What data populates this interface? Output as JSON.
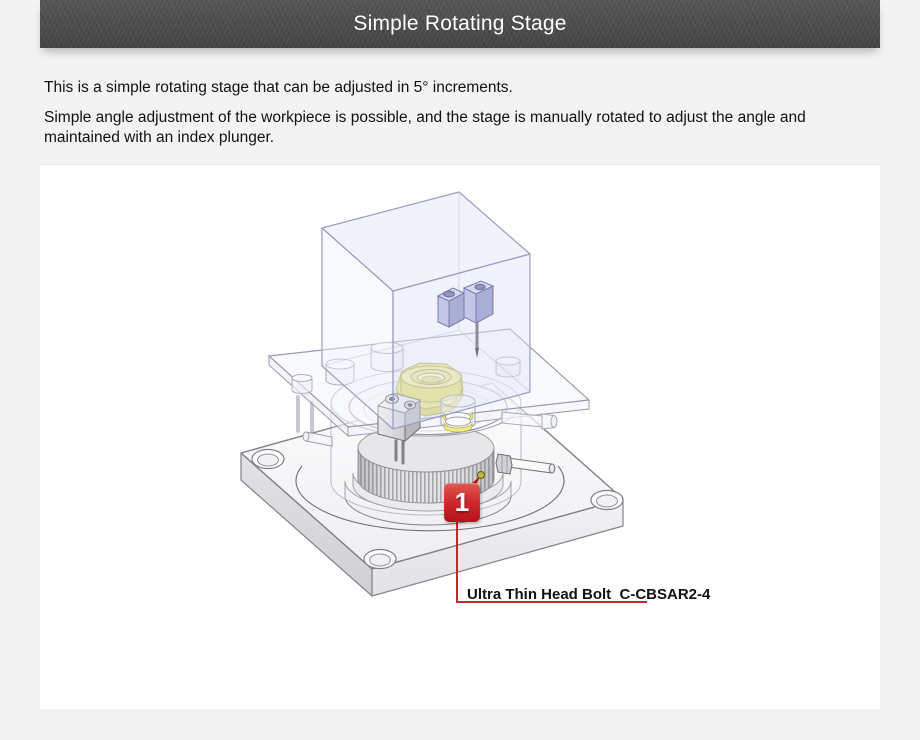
{
  "header": {
    "title": "Simple Rotating Stage",
    "background": "#4c4c4c",
    "text_color": "#ffffff"
  },
  "intro": {
    "paragraph1": "This is a simple rotating stage that can be adjusted in 5° increments.",
    "paragraph2": "Simple angle adjustment of the workpiece is possible, and the stage is manually rotated to adjust the angle and maintained with an index plunger."
  },
  "figure": {
    "callout_number": "1",
    "callout_label": "Ultra Thin Head Bolt  C-CBSAR2-4",
    "accent_color": "#c8252c",
    "badge_color": "#b5121b",
    "highlight_yellow": "#ece87e",
    "clamp_lavender": "#c3c6e6",
    "ghost_edge": "#9c9cae"
  }
}
